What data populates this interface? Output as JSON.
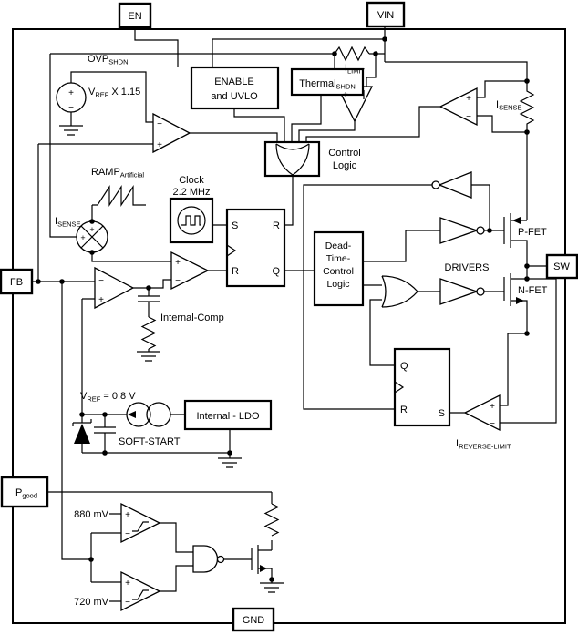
{
  "colors": {
    "stroke": "#000000",
    "background": "#ffffff"
  },
  "symbols": {
    "plus": "+",
    "minus": "−"
  },
  "pins": {
    "en": "EN",
    "vin": "VIN",
    "fb": "FB",
    "sw": "SW",
    "gnd": "GND",
    "pgood": {
      "main": "P",
      "sub": "good"
    }
  },
  "blocks": {
    "enable_uvlo": {
      "line1": "ENABLE",
      "line2": "and UVLO"
    },
    "thermal": {
      "main": "Thermal",
      "sub": "SHDN"
    },
    "control_logic": {
      "line1": "Control",
      "line2": "Logic"
    },
    "clock": {
      "line1": "Clock",
      "line2": "2.2 MHz"
    },
    "dead_time": {
      "line1": "Dead-",
      "line2": "Time-",
      "line3": "Control",
      "line4": "Logic"
    },
    "drivers": "DRIVERS",
    "internal_ldo": "Internal - LDO"
  },
  "pwm_latch": {
    "s": "S",
    "r_out": "R",
    "r_in": "R",
    "q": "Q"
  },
  "reverse_latch": {
    "q": "Q",
    "r": "R",
    "s": "S"
  },
  "labels": {
    "ovp": {
      "main": "OVP",
      "sub": "SHDN"
    },
    "vref115": {
      "pre": "V",
      "sub": "REF",
      "post": " X 1.15"
    },
    "ramp": {
      "main": "RAMP",
      "sub": "Artificial"
    },
    "isense_mult": {
      "main": "I",
      "sub": "SENSE"
    },
    "ilimit": {
      "main": "I",
      "sub": "LIMIT"
    },
    "isense_res": {
      "main": "I",
      "sub": "SENSE"
    },
    "pfet": "P-FET",
    "nfet": "N-FET",
    "internal_comp": "Internal-Comp",
    "vref08": {
      "pre": "V",
      "sub": "REF",
      "post": " = 0.8 V"
    },
    "soft_start": "SOFT-START",
    "ireverse": {
      "main": "I",
      "sub": "REVERSE-LIMIT"
    },
    "mv880": "880 mV",
    "mv720": "720 mV"
  }
}
